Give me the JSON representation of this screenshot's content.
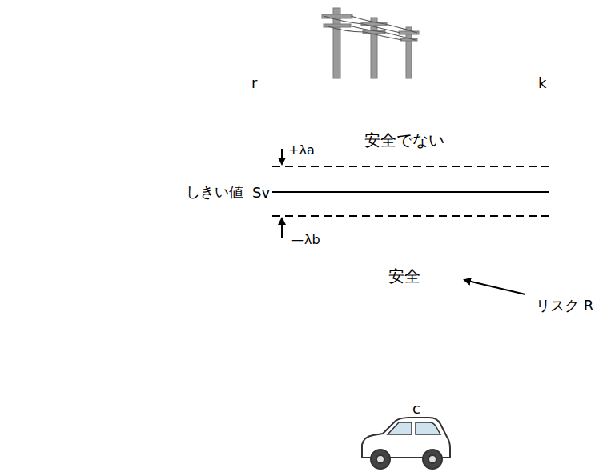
{
  "diagram": {
    "nodes": [
      {
        "text": [
          "安全でない",
          "安全"
        ]
      }
    ],
    "labels": [
      "r",
      "k",
      "c",
      "しきい値",
      "Sv",
      "+λa",
      "—λb",
      "リスク R"
    ]
  }
}
